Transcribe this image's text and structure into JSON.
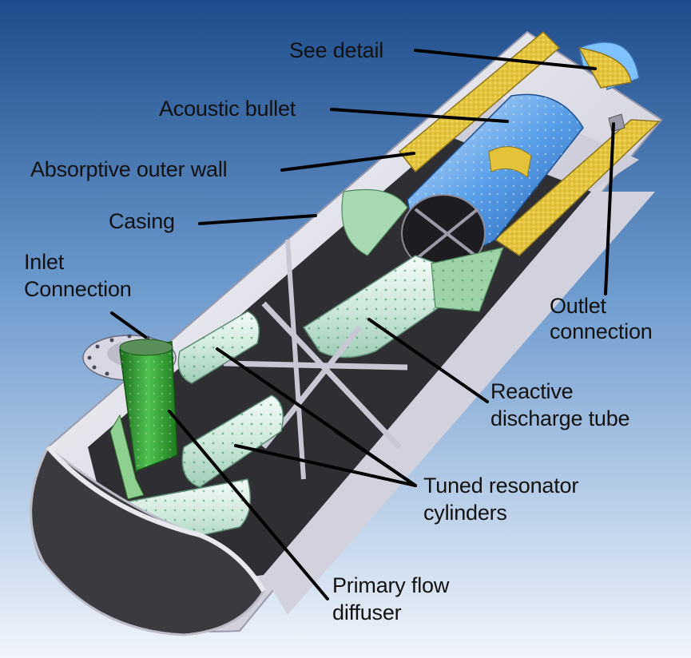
{
  "colors": {
    "background_top": "#1f4f8f",
    "background_bottom": "#eef3fa",
    "casing": "#e6e6ee",
    "absorptive_wall": "#e2c33a",
    "acoustic_bullet": "#5aa0e8",
    "inlet_diffuser": "#3ca23c",
    "resonator": "#d9efe6",
    "interior_dark": "#303034"
  },
  "labels": {
    "see_detail": "See detail",
    "acoustic_bullet": "Acoustic bullet",
    "absorptive_outer_wall": "Absorptive outer wall",
    "casing": "Casing",
    "inlet_connection": {
      "line1": "Inlet",
      "line2": "Connection"
    },
    "outlet_connection": {
      "line1": "Outlet",
      "line2": "connection"
    },
    "reactive_discharge_tube": {
      "line1": "Reactive",
      "line2": "discharge tube"
    },
    "tuned_resonator_cylinders": {
      "line1": "Tuned resonator",
      "line2": "cylinders"
    },
    "primary_flow_diffuser": {
      "line1": "Primary flow",
      "line2": "diffuser"
    }
  }
}
